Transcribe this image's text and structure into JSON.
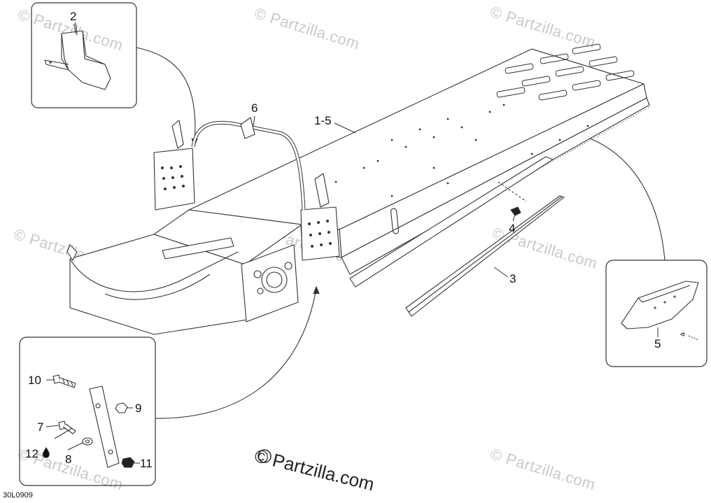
{
  "diagram": {
    "callouts": {
      "c2": "2",
      "c6": "6",
      "c1_5": "1-5",
      "c4": "4",
      "c3": "3",
      "c5": "5",
      "c10": "10",
      "c9": "9",
      "c7": "7",
      "c12": "12",
      "c8": "8",
      "c11": "11"
    },
    "watermark": "© Partzilla.com",
    "watermark_main": "© Partzilla.com",
    "reference_code": "30L0909"
  },
  "colors": {
    "line": "#333333",
    "watermark": "#c9c9c9",
    "background": "#ffffff"
  }
}
